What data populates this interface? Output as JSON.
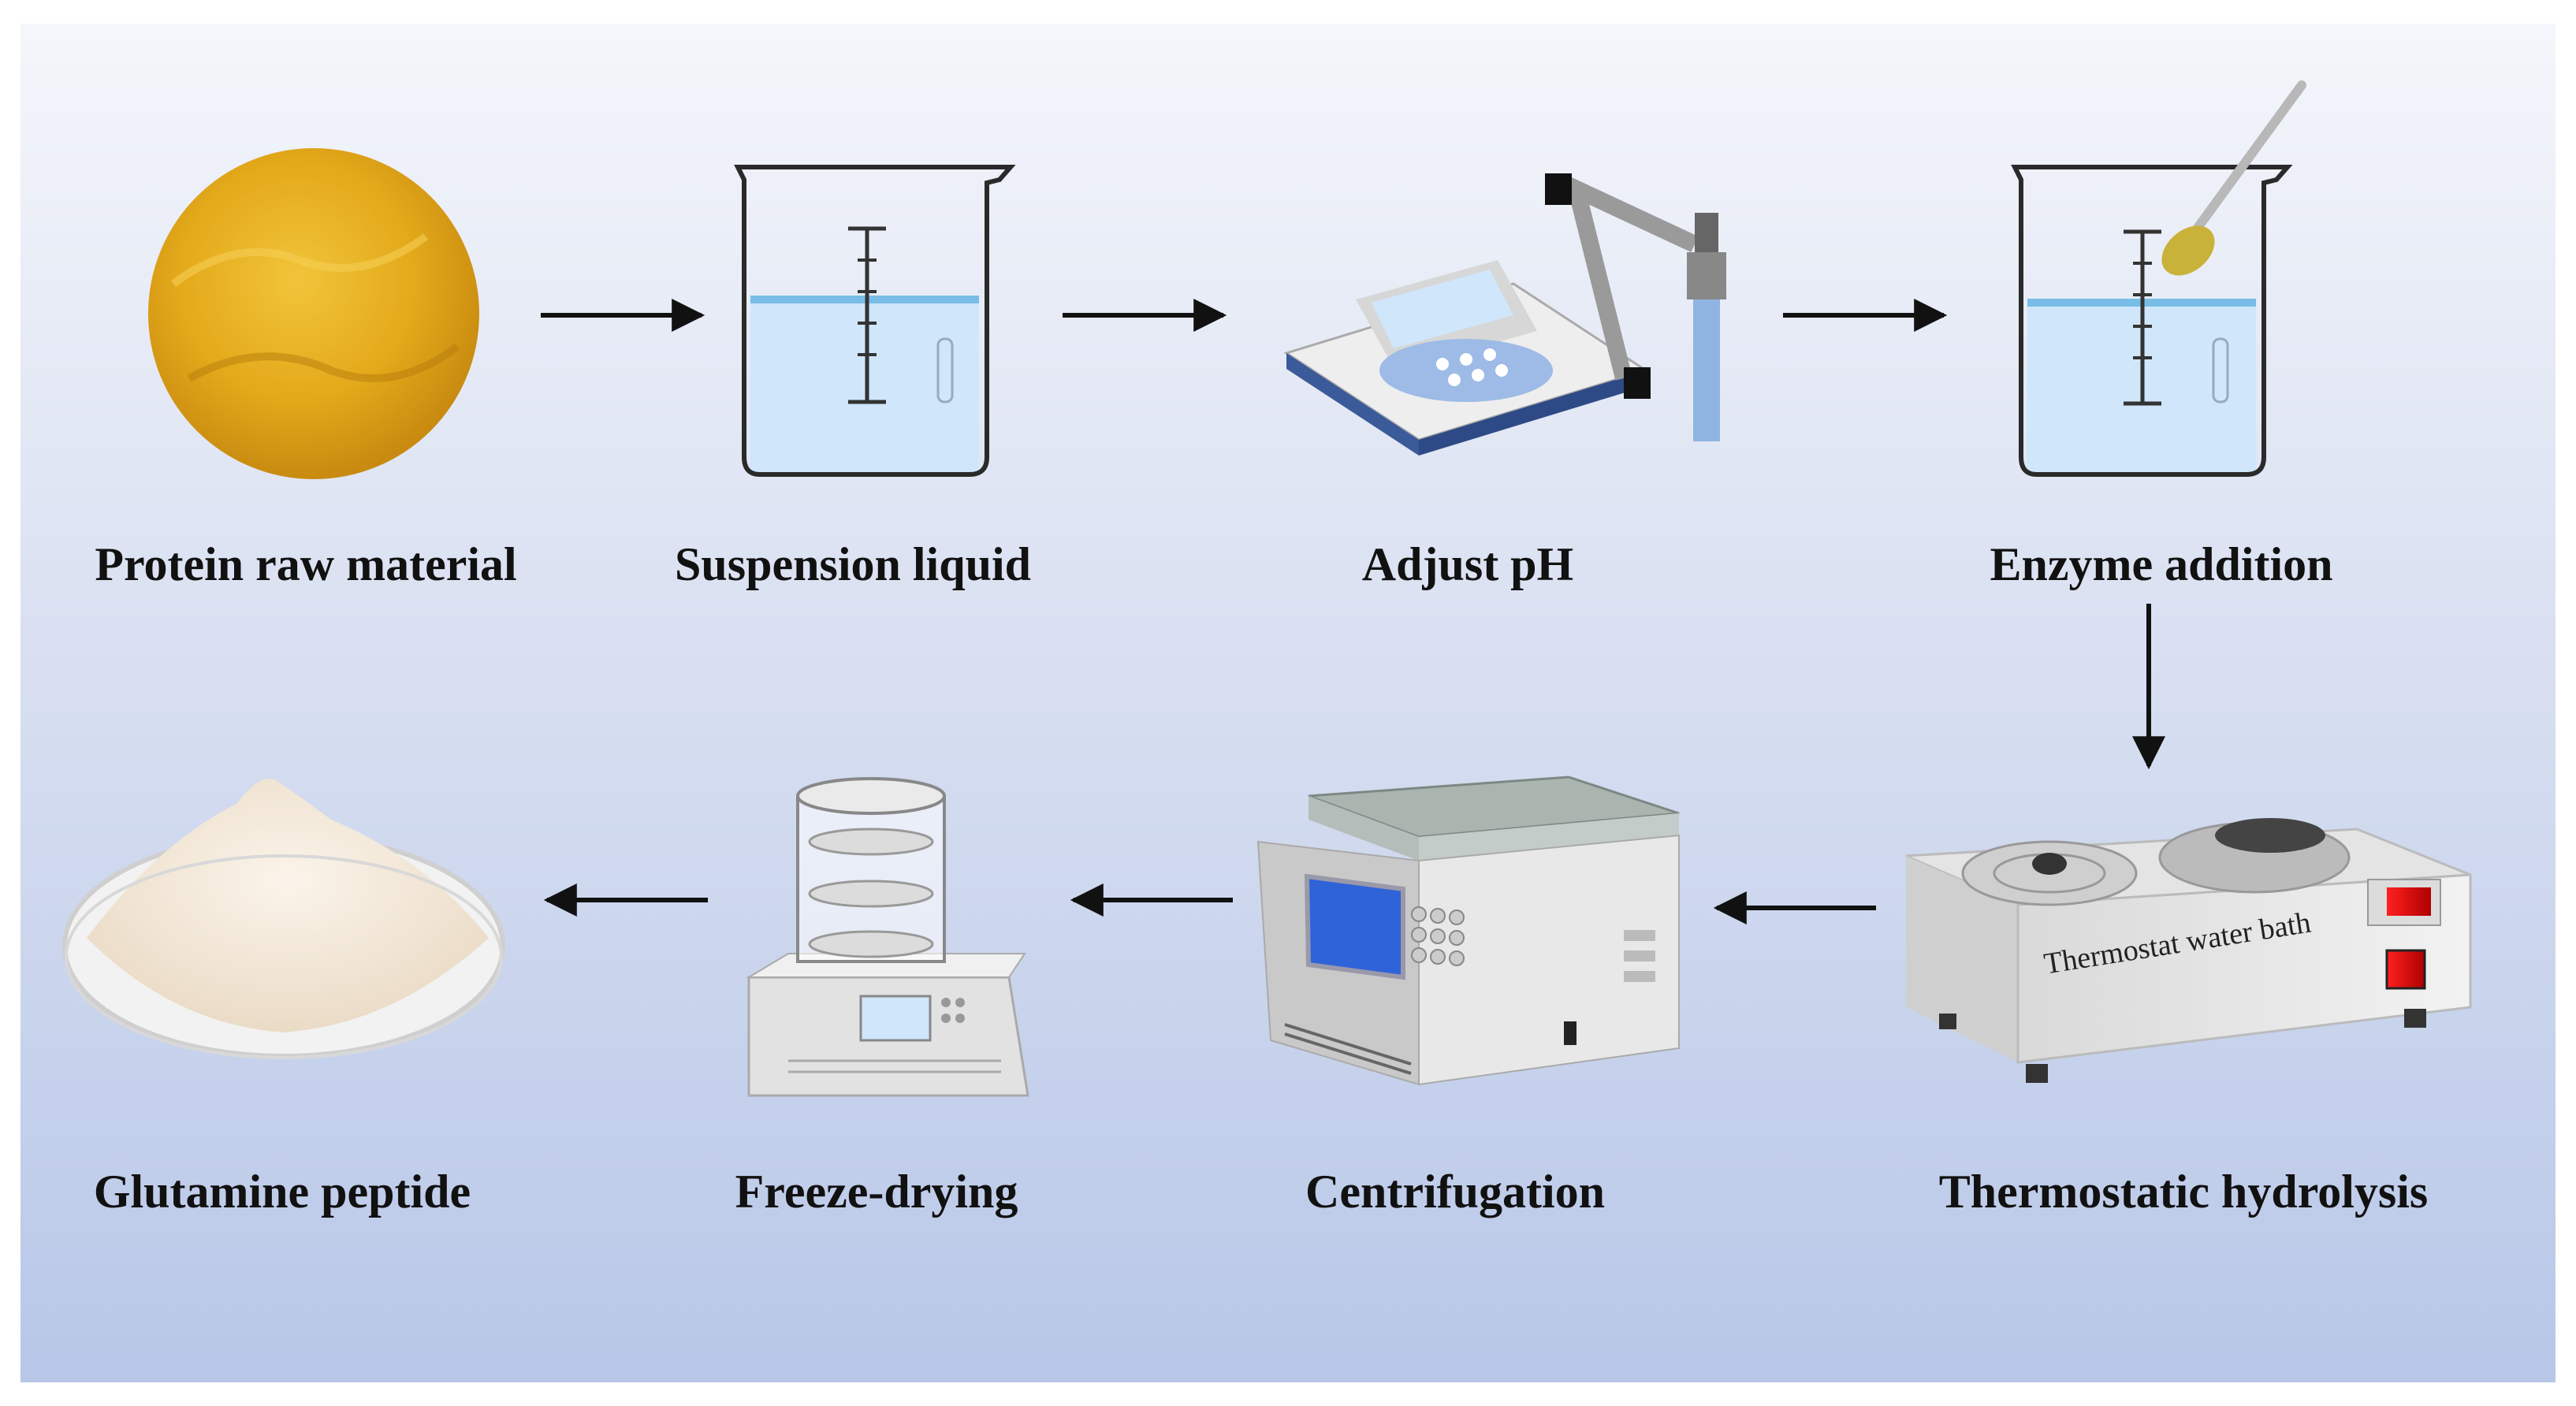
{
  "steps": [
    {
      "id": "protein",
      "label": "Protein raw material"
    },
    {
      "id": "suspension",
      "label": "Suspension liquid"
    },
    {
      "id": "ph",
      "label": "Adjust pH"
    },
    {
      "id": "enzyme",
      "label": "Enzyme addition"
    },
    {
      "id": "hydrolysis",
      "label": "Thermostatic hydrolysis"
    },
    {
      "id": "centrifugation",
      "label": "Centrifugation"
    },
    {
      "id": "freeze",
      "label": "Freeze-drying"
    },
    {
      "id": "glutamine",
      "label": "Glutamine peptide"
    }
  ],
  "device": {
    "water_bath_label": "Thermostat water bath"
  },
  "colors": {
    "liquid": "#cfe6fb",
    "liquid_line": "#78bde8",
    "powder_yellow": "#e3a91a",
    "powder_white": "#f3e7d8",
    "arrow": "#111111"
  }
}
